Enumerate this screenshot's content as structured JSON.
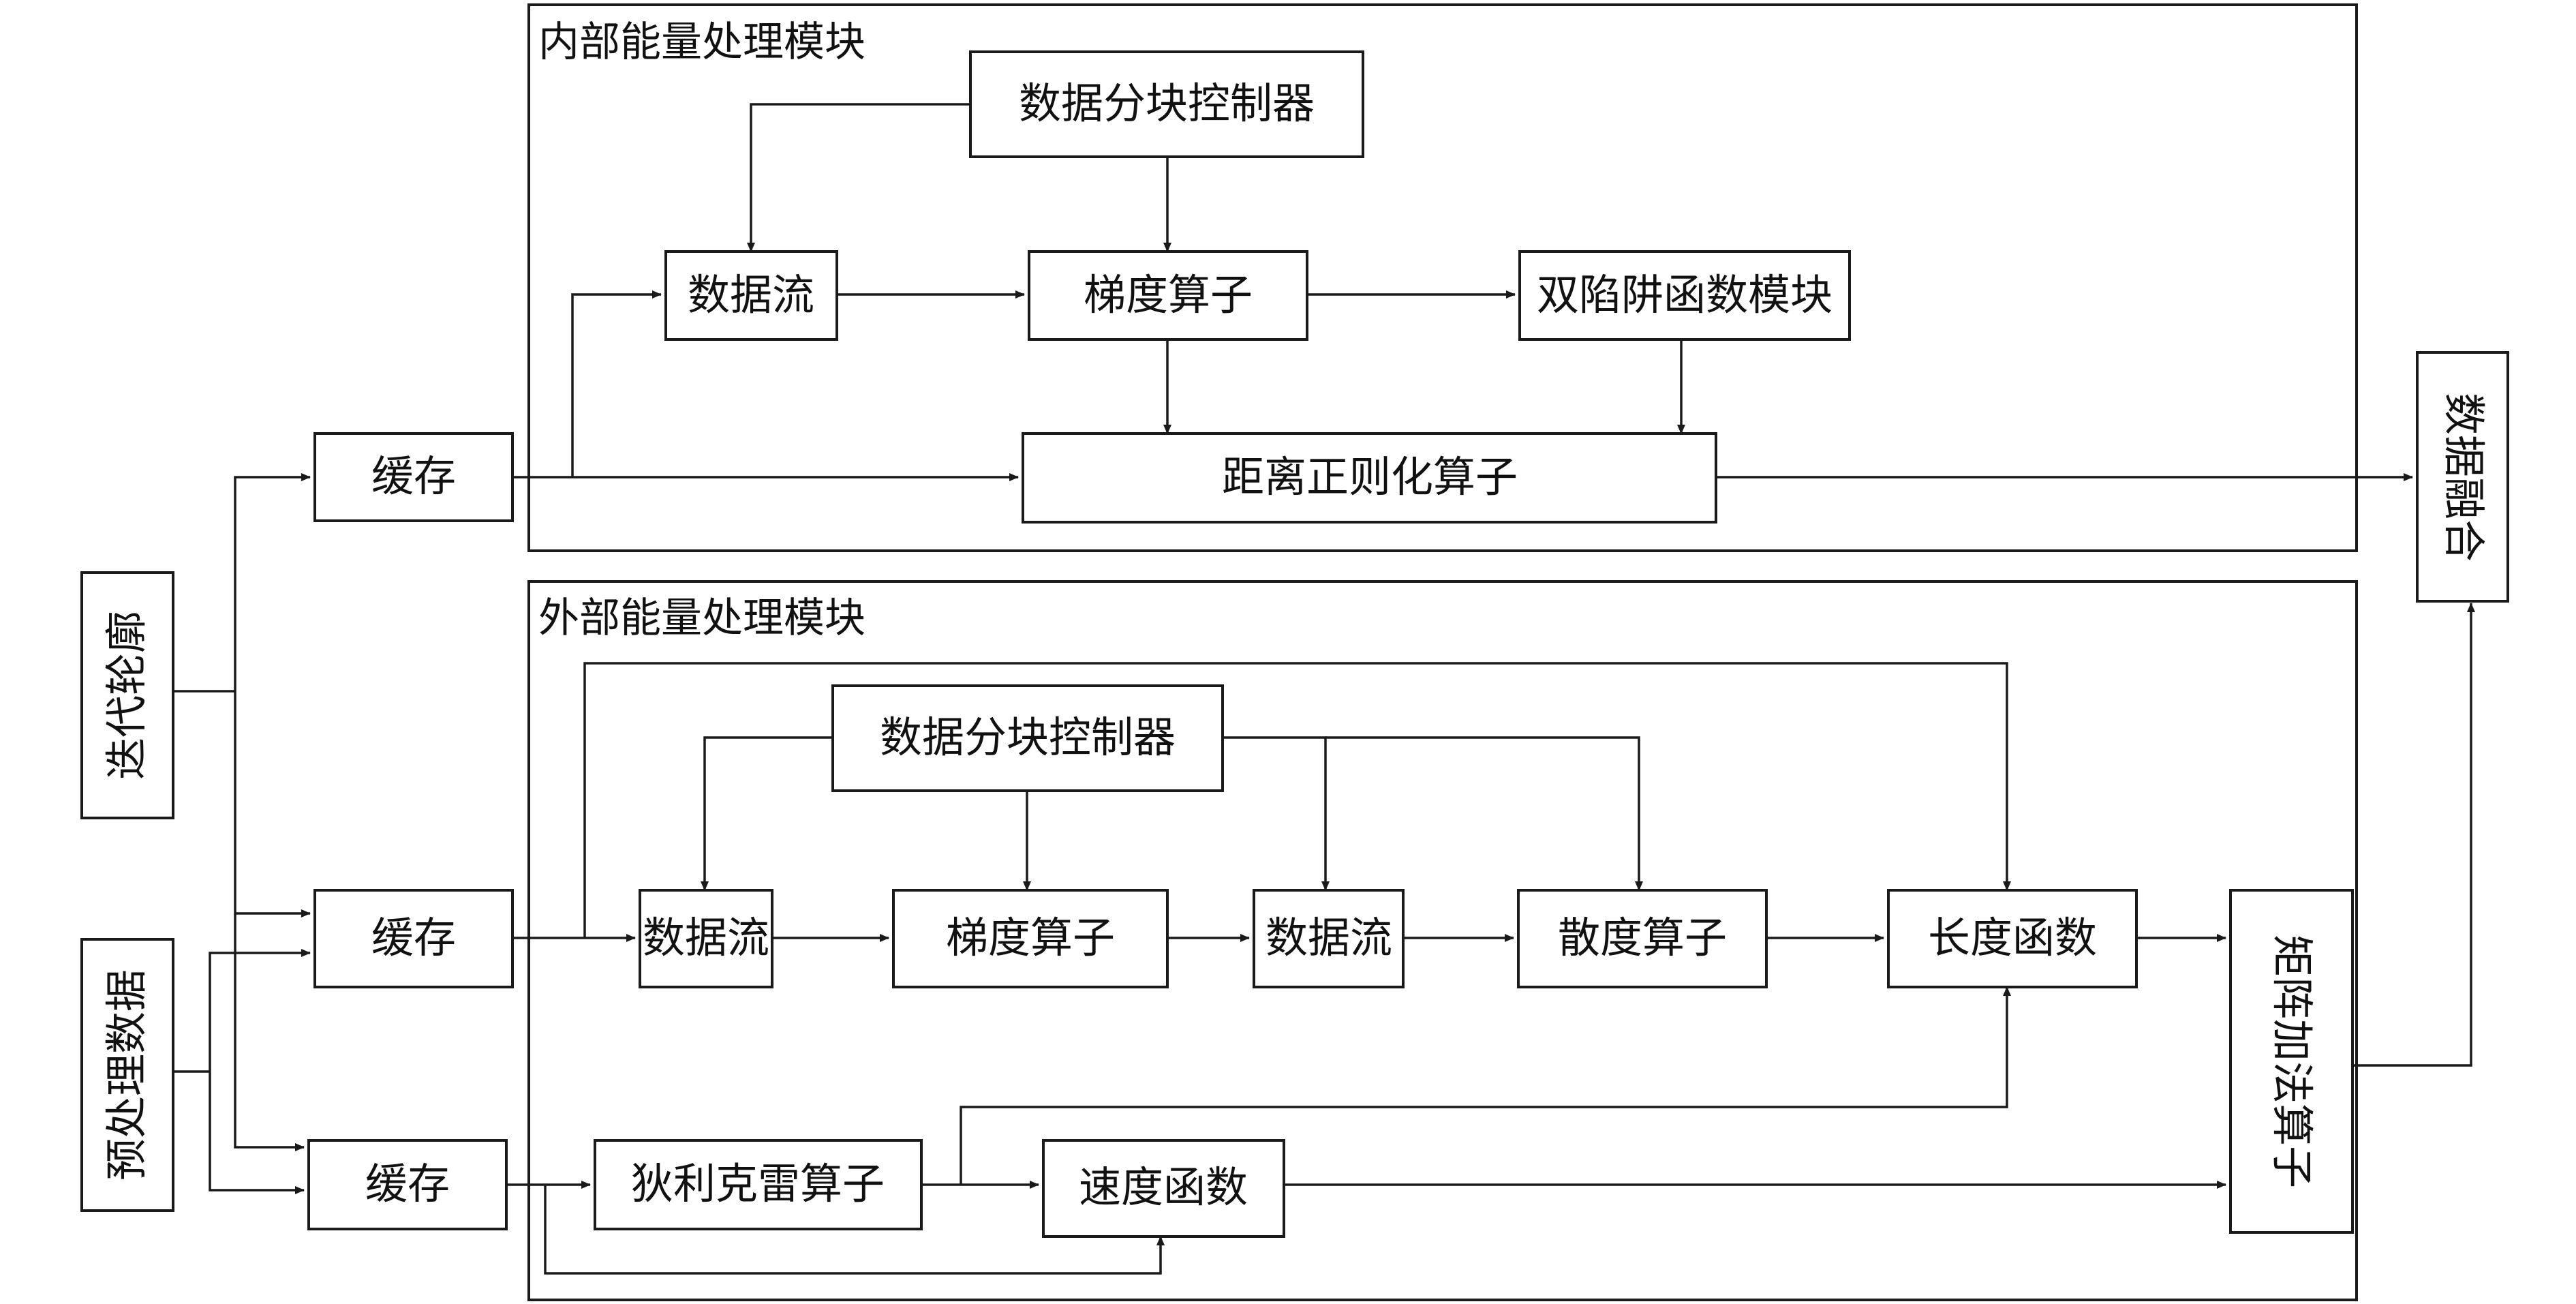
{
  "groups": {
    "internal": "内部能量处理模块",
    "external": "外部能量处理模块"
  },
  "blocks": {
    "iterative_contour": "迭代轮廓",
    "preprocessed_data": "预处理数据",
    "cache_top": "缓存",
    "cache_mid": "缓存",
    "cache_bottom": "缓存",
    "int_partition_controller": "数据分块控制器",
    "int_data_stream": "数据流",
    "int_gradient": "梯度算子",
    "double_well": "双陷阱函数模块",
    "distance_regularization": "距离正则化算子",
    "data_fusion": "数据融合",
    "ext_partition_controller": "数据分块控制器",
    "ext_data_stream_1": "数据流",
    "ext_gradient": "梯度算子",
    "ext_data_stream_2": "数据流",
    "divergence": "散度算子",
    "length_function": "长度函数",
    "matrix_addition": "矩阵加法算子",
    "dirichlet": "狄利克雷算子",
    "velocity_function": "速度函数"
  }
}
